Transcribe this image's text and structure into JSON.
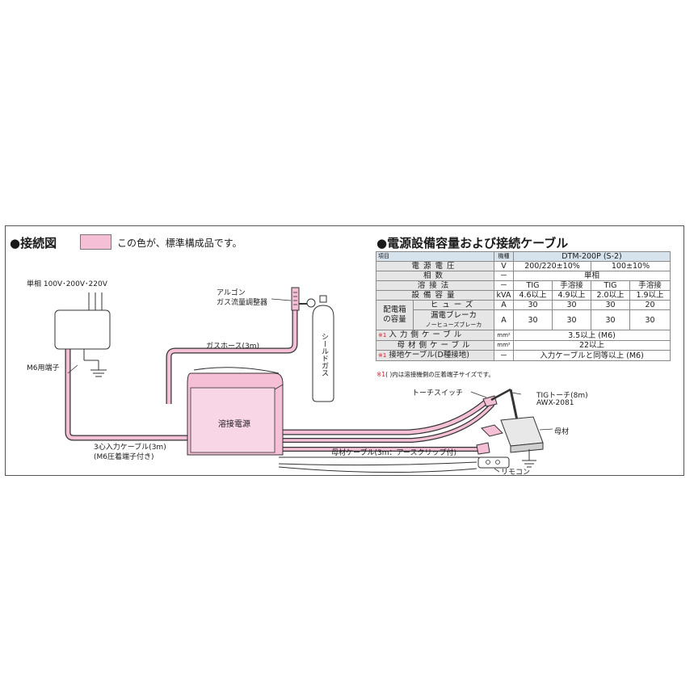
{
  "legend": {
    "heading": "●接続図",
    "swatch_color": "#f5bfd6",
    "text": "この色が、標準構成品です。"
  },
  "diagram": {
    "power_source_label": "単相 100V･200V･220V",
    "m6_terminal_label": "M6用端子",
    "argon_label_1": "アルゴン",
    "argon_label_2": "ガス流量調整器",
    "gas_hose_label": "ガスホース(3m)",
    "shield_gas_label": "シールドガス",
    "welder_label": "溶接電源",
    "input_cable_label_1": "3心入力ケーブル(3m)",
    "input_cable_label_2": "(M6圧着端子付き)",
    "torch_switch_label": "トーチスイッチ",
    "tig_torch_label_1": "TIGトーチ(8m)",
    "tig_torch_label_2": "AWX-2081",
    "base_metal_label": "母材",
    "base_cable_label": "母材ケーブル(3m：アースクリップ付)",
    "remote_label": "リモコン",
    "pink_color": "#f5bfd6",
    "line_color": "#333333"
  },
  "spec": {
    "heading": "●電源設備容量および接続ケーブル",
    "item_label": "項目",
    "model_label": "機種",
    "model_name": "DTM-200P (S-2)",
    "rows": {
      "voltage": {
        "label": "電源電圧",
        "unit": "V",
        "v1": "200/220±10%",
        "v2": "100±10%"
      },
      "phase": {
        "label": "相数",
        "unit": "－",
        "value": "単相"
      },
      "method": {
        "label": "溶接法",
        "unit": "－",
        "a": "TIG",
        "b": "手溶接",
        "c": "TIG",
        "d": "手溶接"
      },
      "capacity": {
        "label": "設備容量",
        "unit": "kVA",
        "a": "4.6以上",
        "b": "4.9以上",
        "c": "2.0以上",
        "d": "1.9以上"
      },
      "fuse": {
        "group": "配電箱の容量",
        "group_1": "配電箱",
        "group_2": "の容量",
        "label": "ヒューズ",
        "unit": "A",
        "a": "30",
        "b": "30",
        "c": "30",
        "d": "20"
      },
      "breaker": {
        "label_1": "漏電ブレーカ",
        "label_2": "ノーヒューズブレーカ",
        "unit": "A",
        "a": "30",
        "b": "30",
        "c": "30",
        "d": "30"
      },
      "input_cable": {
        "mark": "※1",
        "label": "入力側ケーブル",
        "unit": "mm²",
        "value": "3.5以上 (M6)"
      },
      "base_cable": {
        "label": "母材側ケーブル",
        "unit": "mm²",
        "value": "22以上"
      },
      "ground_cable": {
        "mark": "※1",
        "label": "接地ケーブル(D種接地)",
        "unit": "－",
        "value": "入力ケーブルと同等以上 (M6)"
      }
    },
    "footnote_mark": "※1",
    "footnote": "(  )内は溶接機側の圧着端子サイズです。"
  }
}
